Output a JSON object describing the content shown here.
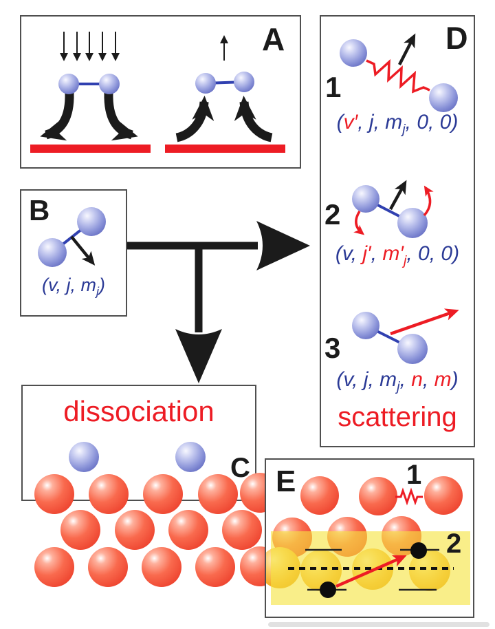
{
  "colors": {
    "blue": "#2b3a96",
    "red": "#ed1c24",
    "black": "#1b1b1b",
    "yellow": "#f5e441",
    "sphere_blue": "#8a93d8",
    "sphere_red": "#f9664a",
    "sphere_orange": "#f6b232"
  },
  "panels": {
    "a": {
      "label": "A"
    },
    "b": {
      "label": "B",
      "state": [
        {
          "t": "(v, j, m",
          "c": "blue"
        },
        {
          "t": "j",
          "c": "blue",
          "sub": true
        },
        {
          "t": ")",
          "c": "blue"
        }
      ]
    },
    "c": {
      "label": "C",
      "title": "dissociation"
    },
    "d": {
      "label": "D",
      "caption": "scattering",
      "items": [
        {
          "num": "1",
          "state": [
            {
              "t": "(",
              "c": "blue"
            },
            {
              "t": "v′",
              "c": "red"
            },
            {
              "t": ", j, m",
              "c": "blue"
            },
            {
              "t": "j",
              "c": "blue",
              "sub": true
            },
            {
              "t": ", 0, 0)",
              "c": "blue"
            }
          ]
        },
        {
          "num": "2",
          "state": [
            {
              "t": "(v, ",
              "c": "blue"
            },
            {
              "t": "j′",
              "c": "red"
            },
            {
              "t": ", ",
              "c": "blue"
            },
            {
              "t": "m′",
              "c": "red"
            },
            {
              "t": "j",
              "c": "red",
              "sub": true
            },
            {
              "t": ", 0, 0)",
              "c": "blue"
            }
          ]
        },
        {
          "num": "3",
          "state": [
            {
              "t": "(v, j, m",
              "c": "blue"
            },
            {
              "t": "j",
              "c": "blue",
              "sub": true
            },
            {
              "t": ", ",
              "c": "blue"
            },
            {
              "t": "n",
              "c": "red"
            },
            {
              "t": ", ",
              "c": "blue"
            },
            {
              "t": "m",
              "c": "red"
            },
            {
              "t": ")",
              "c": "blue"
            }
          ]
        }
      ]
    },
    "e": {
      "label": "E",
      "marker1": "1",
      "marker2": "2"
    }
  }
}
